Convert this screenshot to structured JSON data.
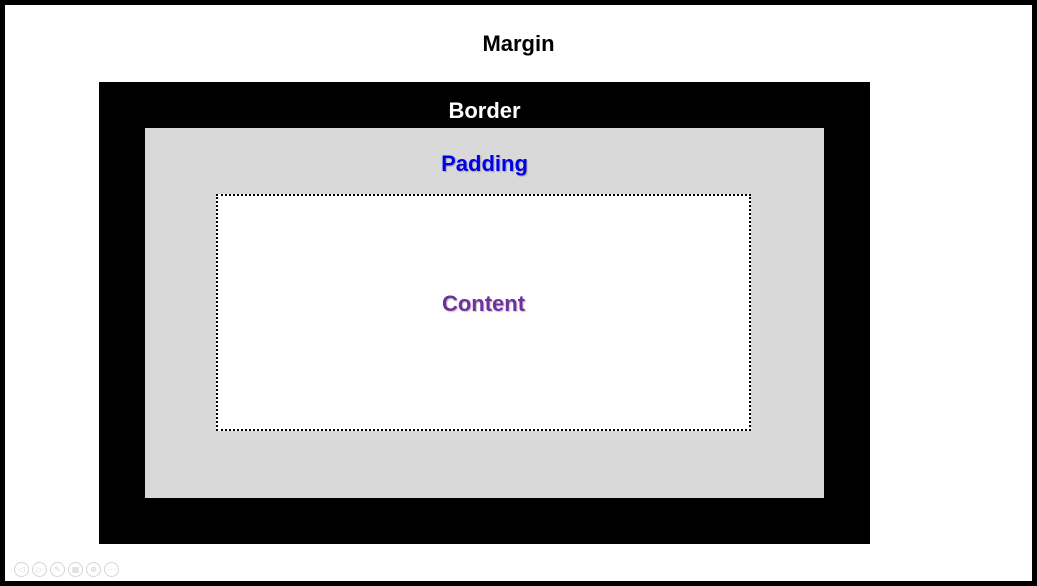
{
  "labels": {
    "margin": "Margin",
    "border": "Border",
    "padding": "Padding",
    "content": "Content"
  },
  "colors": {
    "margin_text": "#000000",
    "border_fill": "#000000",
    "border_text": "#ffffff",
    "padding_fill": "#d9d9d9",
    "padding_text": "#0000ee",
    "content_fill": "#ffffff",
    "content_text": "#7030a0"
  },
  "nav_controls": [
    {
      "icon": "previous-icon",
      "glyph": "◁"
    },
    {
      "icon": "next-icon",
      "glyph": "▷"
    },
    {
      "icon": "pen-icon",
      "glyph": "✎"
    },
    {
      "icon": "slides-icon",
      "glyph": "▦"
    },
    {
      "icon": "zoom-icon",
      "glyph": "⊕"
    },
    {
      "icon": "more-icon",
      "glyph": "⋯"
    }
  ]
}
